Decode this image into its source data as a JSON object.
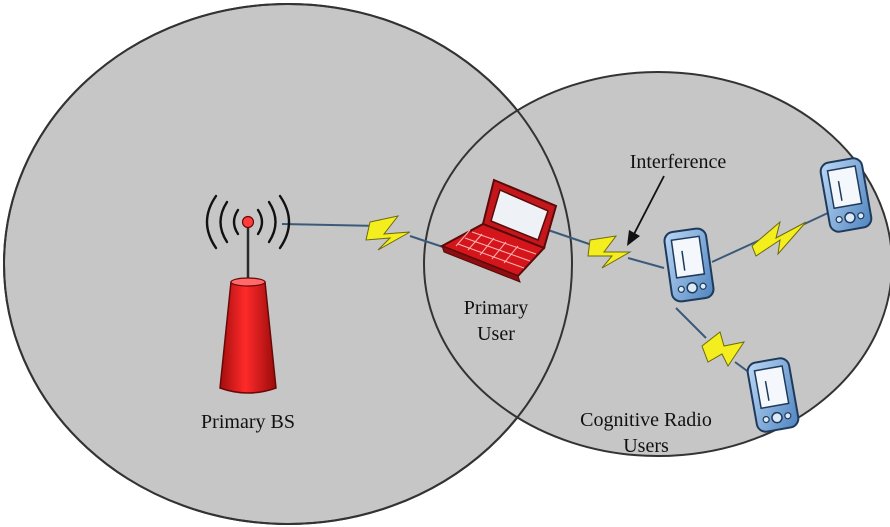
{
  "diagram": {
    "labels": {
      "primary_bs": "Primary BS",
      "primary_user_line1": "Primary",
      "primary_user_line2": "User",
      "interference": "Interference",
      "cognitive_line1": "Cognitive Radio",
      "cognitive_line2": "Users"
    },
    "colors": {
      "cell": "#c6c6c6",
      "cell_border": "#333333",
      "tower": "#e01f1f",
      "laptop": "#d4161c",
      "device": "#7fb1e3",
      "link_line": "#3b5a7a",
      "bolt": "#f4ee1e"
    },
    "icons": [
      "antenna-icon",
      "laptop-icon",
      "pda-icon",
      "lightning-bolt-icon",
      "radio-waves-icon"
    ]
  }
}
